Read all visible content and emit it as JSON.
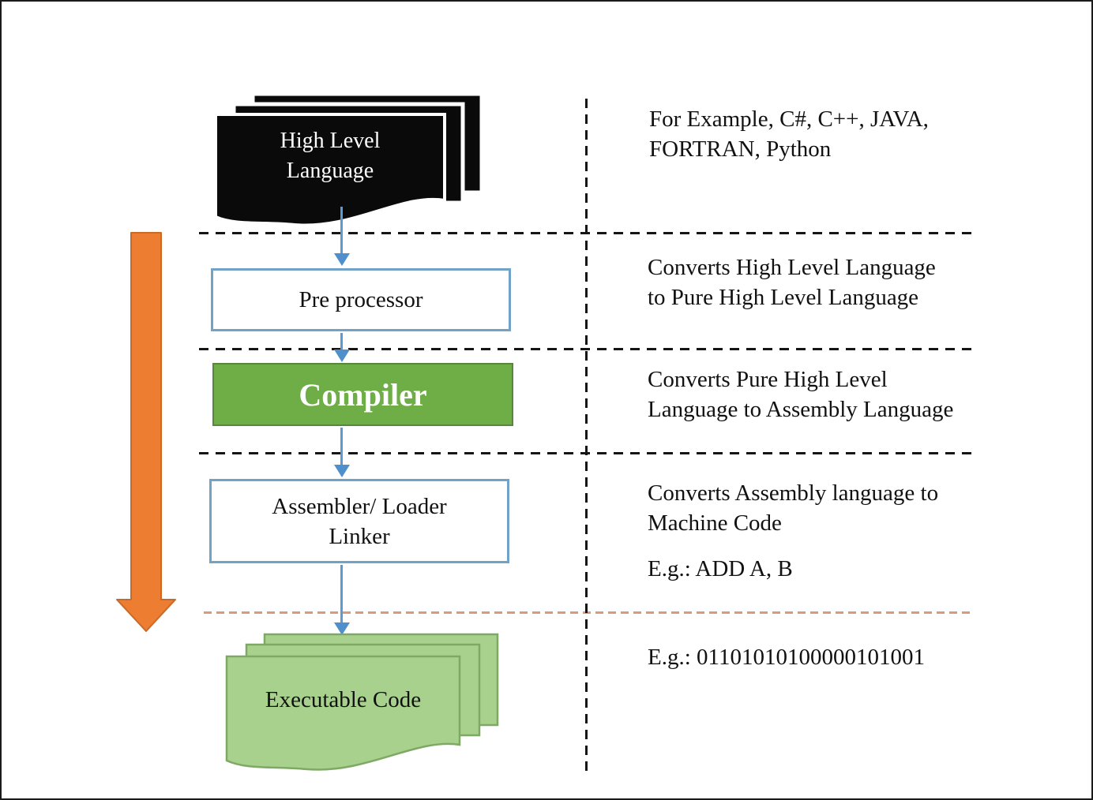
{
  "diagram": {
    "nodes": {
      "high_level_language": {
        "lines": [
          "High Level",
          "Language"
        ]
      },
      "preprocessor": {
        "label": "Pre processor"
      },
      "compiler": {
        "label": "Compiler"
      },
      "assembler": {
        "lines": [
          "Assembler/ Loader",
          "Linker"
        ]
      },
      "executable": {
        "label": "Executable Code"
      }
    },
    "annotations": [
      {
        "lines": [
          "For Example, C#, C++, JAVA,",
          "FORTRAN, Python"
        ]
      },
      {
        "lines": [
          "Converts High Level Language",
          "to Pure High Level Language"
        ]
      },
      {
        "lines": [
          "Converts Pure High Level",
          "Language to Assembly Language"
        ]
      },
      {
        "lines": [
          "Converts Assembly language to",
          "Machine Code"
        ],
        "example": "E.g.: ADD A, B"
      },
      {
        "example": "E.g.: 01101010100000101001"
      }
    ],
    "colors": {
      "document_black": "#0A0A0A",
      "box_border_blue": "#71A3C8",
      "flow_arrow_blue": "#5B9BD5",
      "compiler_green": "#6FAD47",
      "compiler_border_green": "#56873B",
      "executable_light_green": "#A9D18E",
      "executable_border_green": "#7DA964",
      "process_arrow_orange": "#ED7D31",
      "machine_code_divider_salmon": "#D99B7C"
    }
  }
}
